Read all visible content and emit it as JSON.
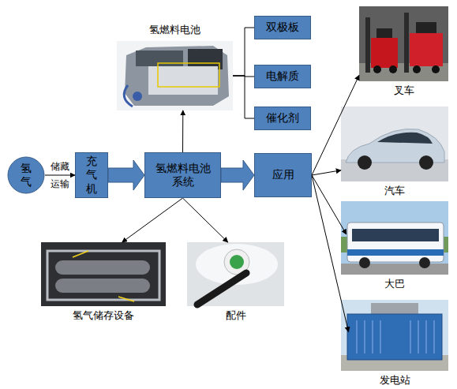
{
  "diagram": {
    "nodes": [
      {
        "text": [
          "氢燃料电池"
        ]
      },
      {
        "text": [
          "双极板"
        ]
      },
      {
        "text": [
          "电解质"
        ]
      },
      {
        "text": [
          "催化剂"
        ]
      },
      {
        "text": [
          "叉车"
        ]
      },
      {
        "text": [
          "汽车"
        ]
      },
      {
        "text": [
          "氢气"
        ]
      },
      {
        "text": [
          "充气机"
        ]
      },
      {
        "text": [
          "氢燃料电池系统"
        ]
      },
      {
        "text": [
          "应用"
        ]
      },
      {
        "text": [
          "大巴"
        ]
      },
      {
        "text": [
          "氢气储存设备"
        ]
      },
      {
        "text": [
          "配件"
        ]
      },
      {
        "text": [
          "发电站"
        ]
      }
    ],
    "edges": [
      {
        "from": 6,
        "to": 7,
        "label": "储藏运输",
        "arrow": "to"
      },
      {
        "from": 7,
        "to": 8,
        "arrow": "to"
      },
      {
        "from": 8,
        "to": 9,
        "arrow": "to"
      },
      {
        "from": 8,
        "to": 0,
        "arrow": "to"
      },
      {
        "from": 0,
        "to": 1,
        "arrow": "none"
      },
      {
        "from": 0,
        "to": 2,
        "arrow": "none"
      },
      {
        "from": 0,
        "to": 3,
        "arrow": "none"
      },
      {
        "from": 8,
        "to": 11,
        "arrow": "to"
      },
      {
        "from": 8,
        "to": 12,
        "arrow": "to"
      },
      {
        "from": 9,
        "to": 4,
        "arrow": "to"
      },
      {
        "from": 9,
        "to": 5,
        "arrow": "to"
      },
      {
        "from": 9,
        "to": 10,
        "arrow": "to"
      },
      {
        "from": 9,
        "to": 13,
        "arrow": "to"
      }
    ]
  }
}
